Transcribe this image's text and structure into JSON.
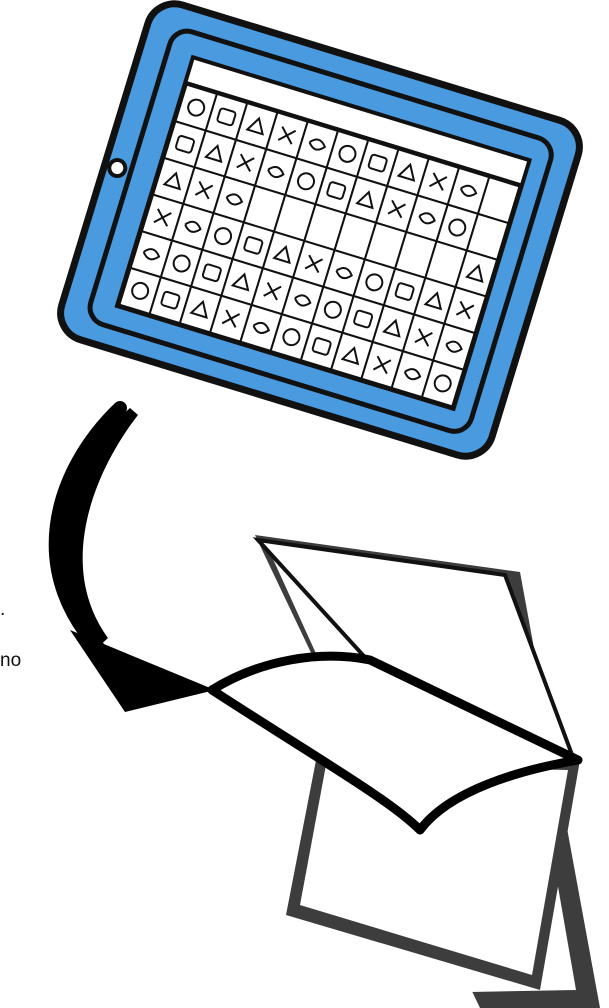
{
  "diagram": {
    "fragments": [
      ".",
      "no"
    ]
  },
  "colors": {
    "tablet_blue": "#4a9ae0",
    "outline": "#111111",
    "screen": "#ffffff",
    "paper_shadow": "#3d3d3d"
  },
  "icons": [
    "medicine-icon",
    "box-icon",
    "small-square-icon",
    "down-arrow-icon",
    "building-icon",
    "check-icon",
    "dots-icon",
    "cross-icon",
    "up-arrow-icon",
    "pot-icon",
    "empty-cell",
    "bee-icon",
    "list-icon",
    "shirt-icon",
    "fish-icon",
    "target-icon",
    "bowtie-icon",
    "brush-icon",
    "plus-icon",
    "mountain-icon",
    "question-icon",
    "empty-cell",
    "person-icon",
    "people-icon",
    "child-icon",
    "empty-cell",
    "empty-cell",
    "empty-cell",
    "empty-cell",
    "empty-cell",
    "empty-cell",
    "empty-cell",
    "bottle-icon",
    "eye-icon",
    "group-icon",
    "bus-icon",
    "sofa-icon",
    "cup-icon",
    "plate-icon",
    "camera-icon",
    "smile-icon",
    "bag-icon",
    "music-icon",
    "box2-icon",
    "teddy-icon",
    "face-icon",
    "scissors-icon",
    "dog-icon",
    "phone-icon",
    "clock-icon",
    "apple-icon",
    "phone2-icon",
    "sad-icon",
    "bread-icon",
    "shoe-icon",
    "x-icon",
    "car-icon",
    "ball-icon",
    "wheelchair-icon",
    "bed-icon",
    "book-icon",
    "dice-icon",
    "tree-icon",
    "cake-icon",
    "tv-icon",
    "cookie-icon"
  ]
}
